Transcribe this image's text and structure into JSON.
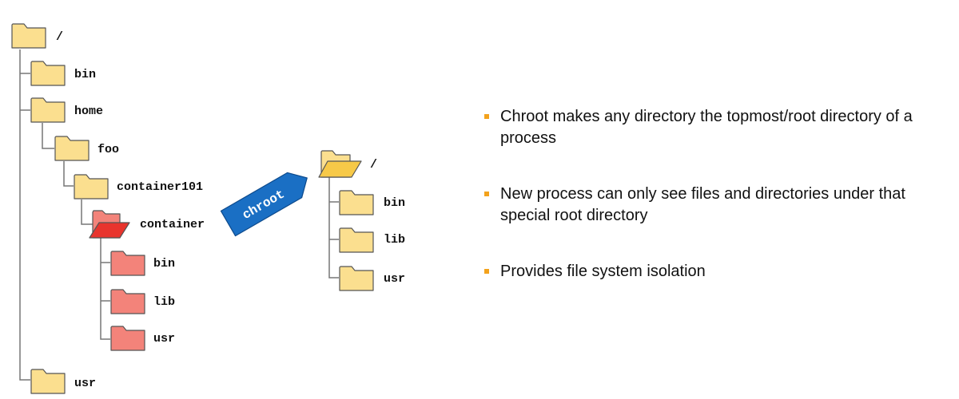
{
  "colors": {
    "folder_yellow": "#fbdf8f",
    "folder_yellow_open": "#f7c948",
    "folder_red": "#f3837a",
    "folder_red_open": "#e8342d",
    "arrow_blue": "#1a6fc4",
    "bullet_orange": "#f3a21c",
    "tree_line": "#777777"
  },
  "host_tree": {
    "root_label": "/",
    "bin_label": "bin",
    "home_label": "home",
    "foo_label": "foo",
    "container101_label": "container101",
    "container_label": "container",
    "container_bin_label": "bin",
    "container_lib_label": "lib",
    "container_usr_label": "usr",
    "usr_label": "usr"
  },
  "arrow": {
    "label": "chroot"
  },
  "jail_tree": {
    "root_label": "/",
    "bin_label": "bin",
    "lib_label": "lib",
    "usr_label": "usr"
  },
  "bullets": [
    {
      "text": "Chroot makes any directory the topmost/root directory of a process"
    },
    {
      "text": "New process can only see files and directories under that special root directory"
    },
    {
      "text": "Provides file system isolation"
    }
  ]
}
